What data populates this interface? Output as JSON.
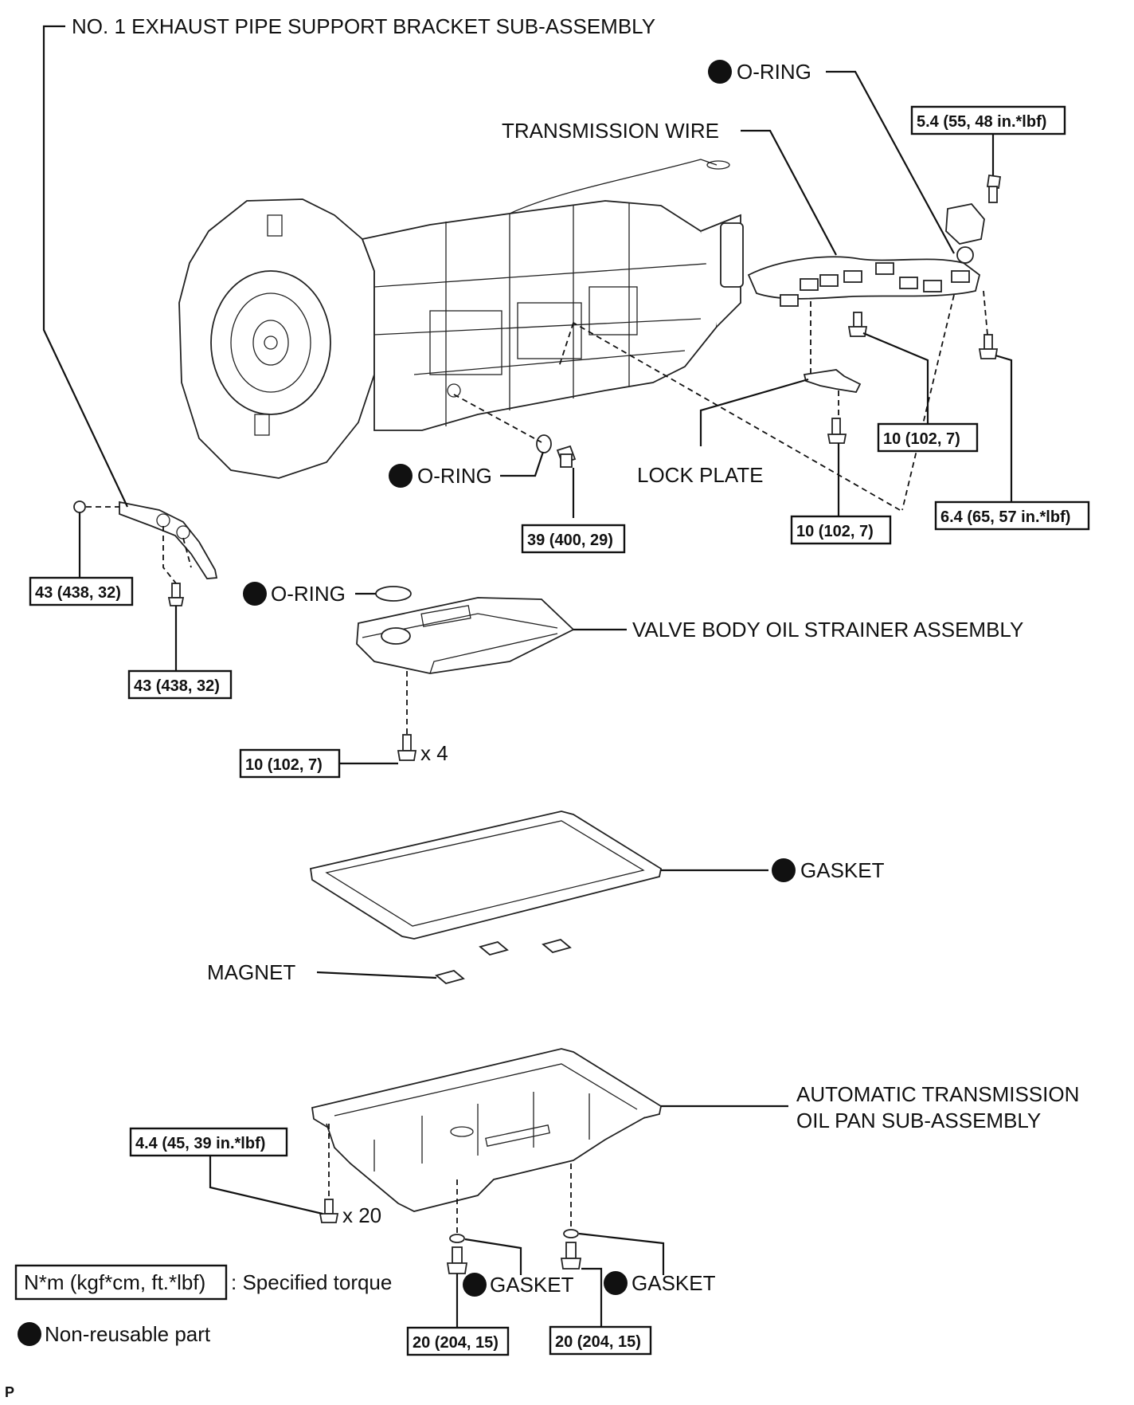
{
  "labels": {
    "exhaust_bracket": "NO. 1 EXHAUST PIPE SUPPORT BRACKET SUB-ASSEMBLY",
    "oring_top": "O-RING",
    "transmission_wire": "TRANSMISSION WIRE",
    "oring_mid": "O-RING",
    "lock_plate": "LOCK PLATE",
    "oring_strainer": "O-RING",
    "valve_body_strainer": "VALVE BODY OIL STRAINER ASSEMBLY",
    "strainer_qty": "x 4",
    "gasket_pan": "GASKET",
    "magnet": "MAGNET",
    "oil_pan_line1": "AUTOMATIC TRANSMISSION",
    "oil_pan_line2": "OIL PAN SUB-ASSEMBLY",
    "pan_bolt_qty": "x 20",
    "gasket_drain1": "GASKET",
    "gasket_drain2": "GASKET"
  },
  "torques": {
    "wire_bracket_bolt": "5.4 (55, 48 in.*lbf)",
    "wire_bolt_upper": "10 (102, 7)",
    "wire_bolt_right": "6.4 (65, 57 in.*lbf)",
    "lock_plate_bolt": "10 (102, 7)",
    "plug_bolt": "39 (400, 29)",
    "bracket_nut": "43 (438, 32)",
    "bracket_bolt": "43 (438, 32)",
    "strainer_bolt": "10 (102, 7)",
    "pan_bolt": "4.4 (45, 39 in.*lbf)",
    "drain_plug_1": "20 (204, 15)",
    "drain_plug_2": "20 (204, 15)"
  },
  "legend": {
    "torque_box": "N*m (kgf*cm, ft.*lbf)",
    "torque_text": ": Specified torque",
    "nonreusable": "Non-reusable part"
  },
  "footer": {
    "code": "P"
  },
  "colors": {
    "ink": "#111111",
    "background": "#ffffff"
  }
}
